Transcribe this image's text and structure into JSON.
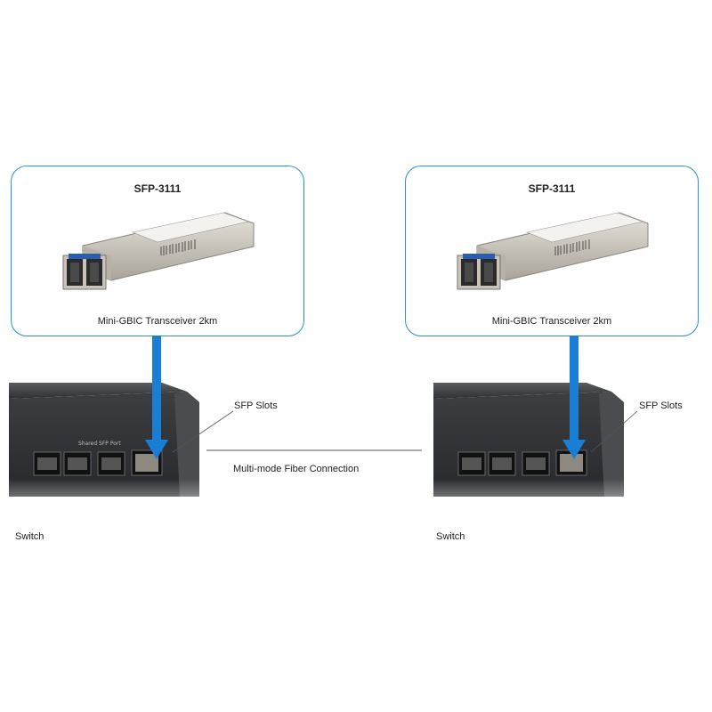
{
  "left_card": {
    "title": "SFP-3111",
    "caption": "Mini-GBIC Transceiver 2km"
  },
  "right_card": {
    "title": "SFP-3111",
    "caption": "Mini-GBIC Transceiver 2km"
  },
  "left_switch": {
    "label": "Switch",
    "slots_label": "SFP Slots"
  },
  "right_switch": {
    "label": "Switch",
    "slots_label": "SFP Slots"
  },
  "connection_label": "Multi-mode Fiber Connection",
  "colors": {
    "card_border": "#2d8fd6",
    "arrow": "#1a7fd4",
    "connector_line": "#555555",
    "switch_body": "#3a3c40"
  }
}
